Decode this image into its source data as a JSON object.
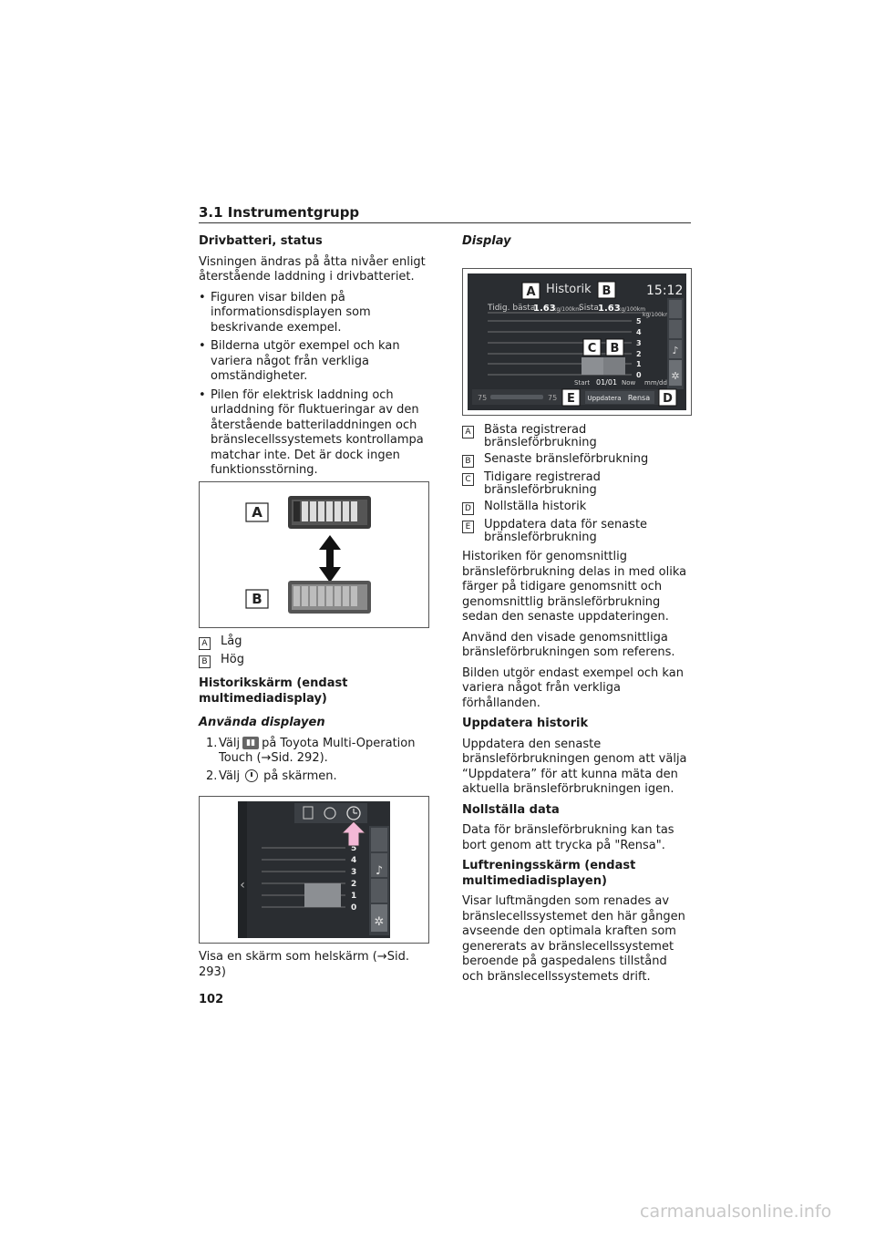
{
  "header": {
    "section_title": "3.1  Instrumentgrupp"
  },
  "left": {
    "h1": "Drivbatteri, status",
    "p1": "Visningen ändras på åtta nivåer enligt återstående laddning i drivbatteriet.",
    "bullets": [
      "Figuren visar bilden på informationsdisplayen som beskrivande exempel.",
      "Bilderna utgör exempel och kan variera något från verkliga omständigheter.",
      "Pilen för elektrisk laddning och urladdning för fluktueringar av den återstående batteriladdningen och bränslecellssystemets kontrollampa matchar inte. Det är dock ingen funktionsstörning."
    ],
    "fig1": {
      "a": "A",
      "b": "B"
    },
    "legend1": [
      {
        "k": "A",
        "t": "Låg"
      },
      {
        "k": "B",
        "t": "Hög"
      }
    ],
    "h2": "Historikskärm (endast multimediadisplay)",
    "h2i": "Använda displayen",
    "step1": {
      "n": "1.",
      "pre": "Välj",
      "post": "på Toyota Multi-Operation Touch (→Sid. 292)."
    },
    "step2": {
      "n": "2.",
      "pre": "Välj",
      "post": "på skärmen."
    },
    "fig2": {
      "scale": [
        "5",
        "4",
        "3",
        "2",
        "1",
        "0"
      ]
    },
    "caption": "Visa en skärm som helskärm (→Sid. 293)"
  },
  "right": {
    "h_display": "Display",
    "fig3": {
      "title": "Historik",
      "time": "15:12",
      "best_label": "Tidig. bästa",
      "best_value": "1.63",
      "unit": "kg/100km",
      "last_label": "Sista",
      "last_value": "1.63",
      "scale": [
        "5",
        "4",
        "3",
        "2",
        "1",
        "0"
      ],
      "start": "Start",
      "date": "01/01",
      "now": "Now",
      "date_fmt": "mm/dd",
      "range_left": "75",
      "range_right": "75",
      "update_btn": "Uppdatera",
      "clear_btn": "Rensa",
      "markers": [
        "A",
        "B",
        "C",
        "B",
        "E",
        "D"
      ]
    },
    "legend": [
      {
        "k": "A",
        "t": "Bästa registrerad bränsleförbrukning"
      },
      {
        "k": "B",
        "t": "Senaste bränsleförbrukning"
      },
      {
        "k": "C",
        "t": "Tidigare registrerad bränsleförbrukning"
      },
      {
        "k": "D",
        "t": "Nollställa historik"
      },
      {
        "k": "E",
        "t": "Uppdatera data för senaste bränsleförbrukning"
      }
    ],
    "p1": "Historiken för genomsnittlig bränsleförbrukning delas in med olika färger på tidigare genomsnitt och genomsnittlig bränsleförbrukning sedan den senaste uppdateringen.",
    "p2": "Använd den visade genomsnittliga bränsleförbrukningen som referens.",
    "p3": "Bilden utgör endast exempel och kan variera något från verkliga förhållanden.",
    "h_update": "Uppdatera historik",
    "p4": "Uppdatera den senaste bränsleförbrukningen genom att välja “Uppdatera” för att kunna mäta den aktuella bränsleförbrukningen igen.",
    "h_reset": "Nollställa data",
    "p5": "Data för bränsleförbrukning kan tas bort genom att trycka på \"Rensa\".",
    "h_air": "Luftreningsskärm (endast multimediadisplayen)",
    "p6": "Visar luftmängden som renades av bränslecellssystemet den här gången avseende den optimala kraften som genererats av bränslecellssystemet beroende på gaspedalens tillstånd och bränslecellssystemets drift."
  },
  "footer": {
    "page": "102",
    "watermark": "carmanualsonline.info"
  }
}
